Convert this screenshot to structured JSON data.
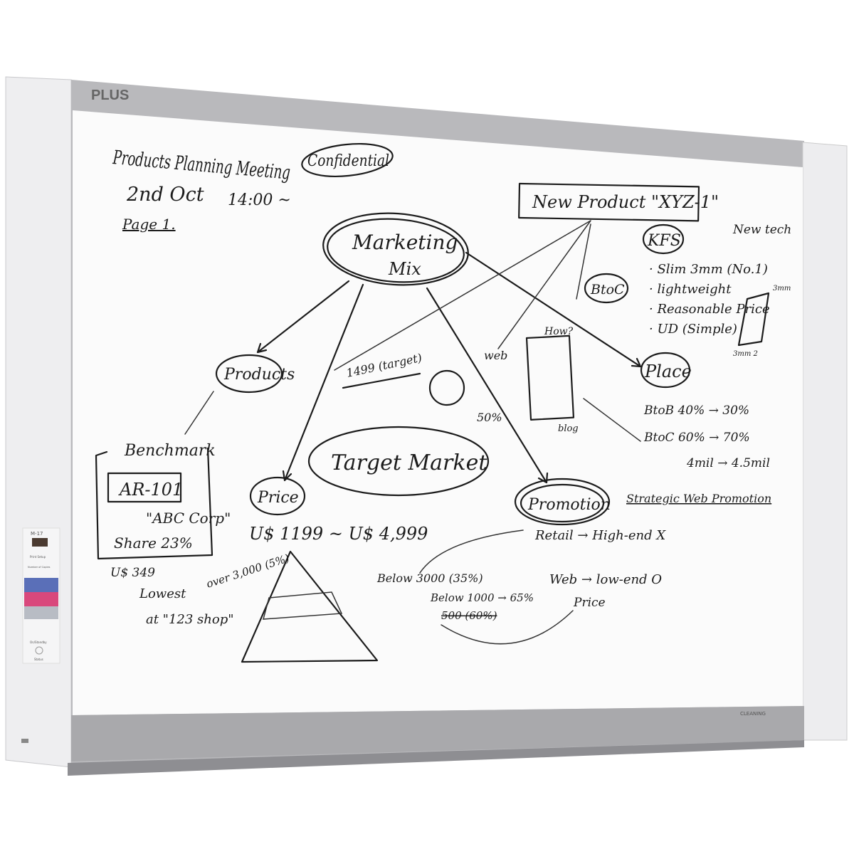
{
  "brand": "PLUS",
  "model": "M-17",
  "panel": {
    "print_setup": "Print Setup",
    "number_of_copies": "Number of Copies",
    "on_standby": "On/Standby",
    "status": "Status",
    "colors": {
      "blue": "#5a6fb8",
      "pink": "#d9487c",
      "gray": "#b8bcc4",
      "display": "#4a3a30"
    }
  },
  "cleaning_label": "CLEANING",
  "board": {
    "title": "Products Planning Meeting",
    "confidential": "Confidential",
    "date": "2nd Oct",
    "time": "14:00 ~",
    "page": "Page 1.",
    "new_product": "New Product \"XYZ-1\"",
    "kfs": "KFS",
    "new_tech": "New tech",
    "kfs_items": [
      "· Slim 3mm (No.1)",
      "· lightweight",
      "· Reasonable Price",
      "· UD (Simple)"
    ],
    "dim_3mm": "3mm",
    "dim_3mm2": "3mm 2",
    "marketing_mix": [
      "Marketing",
      "Mix"
    ],
    "btoc_circle": "BtoC",
    "how": "How?",
    "web": "web",
    "blog": "blog",
    "products": "Products",
    "price_target": "1499 (target)",
    "percent_50": "50%",
    "place": "Place",
    "btob_line": "BtoB  40% → 30%",
    "btoc_line": "BtoC  60% → 70%",
    "mil_line": "4mil → 4.5mil",
    "benchmark": "Benchmark",
    "ar101": "AR-101",
    "abc_corp": "\"ABC Corp\"",
    "share": "Share 23%",
    "target_market": "Target Market",
    "price": "Price",
    "price_range": "U$ 1199 ~ U$ 4,999",
    "promotion": "Promotion",
    "strategic_web": "Strategic Web Promotion",
    "retail": "Retail → High-end X",
    "web_low": "Web → low-end O",
    "price_note": "Price",
    "us349": "U$ 349",
    "lowest": "Lowest",
    "at_shop": "at \"123 shop\"",
    "over3000": "over 3,000 (5%)",
    "below3000": "Below 3000 (35%)",
    "below1000": "Below 1000 → 65%",
    "below_strike": "500 (60%)"
  }
}
